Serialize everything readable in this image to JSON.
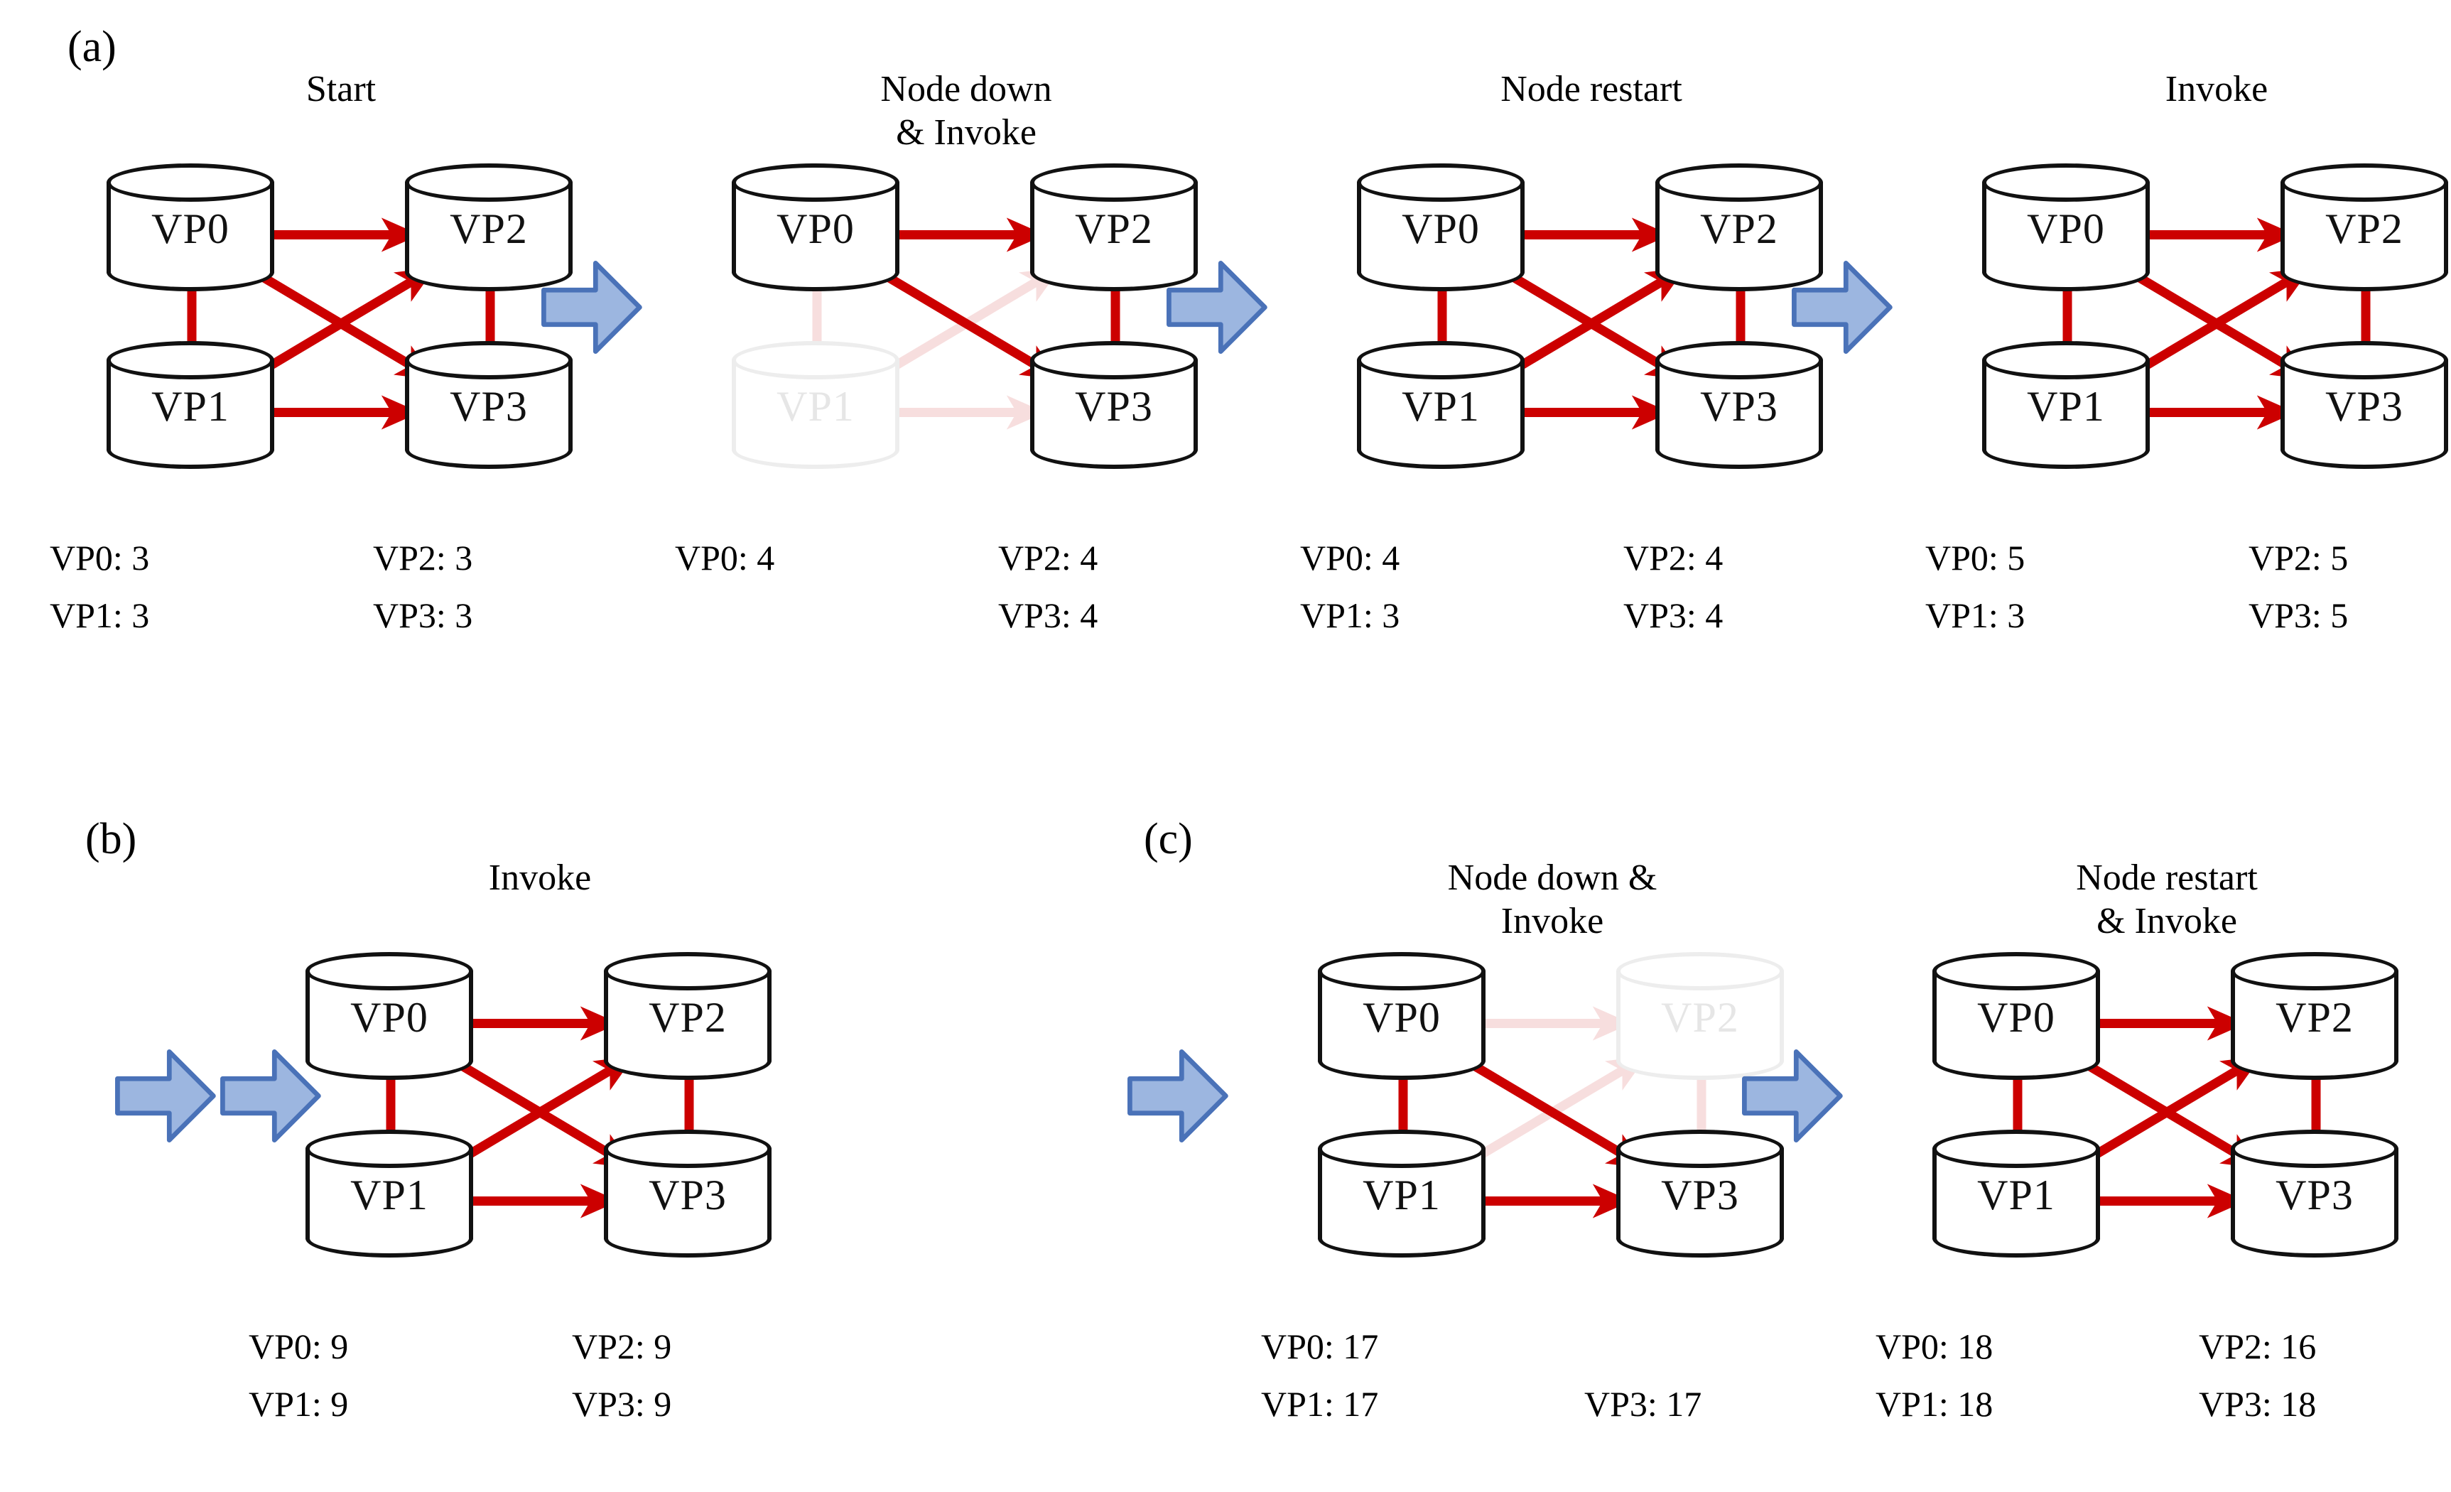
{
  "figure": {
    "type": "sequence-diagram",
    "node_labels": [
      "VP0",
      "VP1",
      "VP2",
      "VP3"
    ],
    "colors": {
      "edge_red": "#cc0000",
      "edge_faded": "#f7dede",
      "node_stroke": "#111111",
      "node_faded_stroke": "#ededed",
      "blue_arrow_fill": "#9cb6e0",
      "blue_arrow_border": "#4a72b8",
      "background": "#ffffff"
    }
  },
  "sections": [
    {
      "letter": "(a)",
      "stages": [
        {
          "title": "Start",
          "nodes": [
            {
              "id": "VP0",
              "label": "VP0",
              "faded": false
            },
            {
              "id": "VP1",
              "label": "VP1",
              "faded": false
            },
            {
              "id": "VP2",
              "label": "VP2",
              "faded": false
            },
            {
              "id": "VP3",
              "label": "VP3",
              "faded": false
            }
          ],
          "edges": [
            {
              "from": "VP0",
              "to": "VP2",
              "faded": false
            },
            {
              "from": "VP1",
              "to": "VP3",
              "faded": false
            },
            {
              "from": "VP0",
              "to": "VP1",
              "faded": false
            },
            {
              "from": "VP2",
              "to": "VP3",
              "faded": false
            },
            {
              "from": "VP0",
              "to": "VP3",
              "faded": false
            },
            {
              "from": "VP1",
              "to": "VP2",
              "faded": false
            }
          ],
          "counters_left": [
            "VP0: 3",
            "VP1: 3"
          ],
          "counters_right": [
            "VP2: 3",
            "VP3: 3"
          ],
          "has_leading_arrow": false
        },
        {
          "title": "Node down\n& Invoke",
          "nodes": [
            {
              "id": "VP0",
              "label": "VP0",
              "faded": false
            },
            {
              "id": "VP1",
              "label": "VP1",
              "faded": true
            },
            {
              "id": "VP2",
              "label": "VP2",
              "faded": false
            },
            {
              "id": "VP3",
              "label": "VP3",
              "faded": false
            }
          ],
          "edges": [
            {
              "from": "VP0",
              "to": "VP2",
              "faded": false
            },
            {
              "from": "VP1",
              "to": "VP3",
              "faded": true
            },
            {
              "from": "VP0",
              "to": "VP1",
              "faded": true
            },
            {
              "from": "VP2",
              "to": "VP3",
              "faded": false
            },
            {
              "from": "VP0",
              "to": "VP3",
              "faded": false
            },
            {
              "from": "VP1",
              "to": "VP2",
              "faded": true
            }
          ],
          "counters_left": [
            "VP0: 4"
          ],
          "counters_right": [
            "VP2: 4",
            "VP3: 4"
          ],
          "has_leading_arrow": true
        },
        {
          "title": "Node restart",
          "nodes": [
            {
              "id": "VP0",
              "label": "VP0",
              "faded": false
            },
            {
              "id": "VP1",
              "label": "VP1",
              "faded": false
            },
            {
              "id": "VP2",
              "label": "VP2",
              "faded": false
            },
            {
              "id": "VP3",
              "label": "VP3",
              "faded": false
            }
          ],
          "edges": [
            {
              "from": "VP0",
              "to": "VP2",
              "faded": false
            },
            {
              "from": "VP1",
              "to": "VP3",
              "faded": false
            },
            {
              "from": "VP0",
              "to": "VP1",
              "faded": false
            },
            {
              "from": "VP2",
              "to": "VP3",
              "faded": false
            },
            {
              "from": "VP0",
              "to": "VP3",
              "faded": false
            },
            {
              "from": "VP1",
              "to": "VP2",
              "faded": false
            }
          ],
          "counters_left": [
            "VP0: 4",
            "VP1: 3"
          ],
          "counters_right": [
            "VP2: 4",
            "VP3: 4"
          ],
          "has_leading_arrow": true
        },
        {
          "title": "Invoke",
          "nodes": [
            {
              "id": "VP0",
              "label": "VP0",
              "faded": false
            },
            {
              "id": "VP1",
              "label": "VP1",
              "faded": false
            },
            {
              "id": "VP2",
              "label": "VP2",
              "faded": false
            },
            {
              "id": "VP3",
              "label": "VP3",
              "faded": false
            }
          ],
          "edges": [
            {
              "from": "VP0",
              "to": "VP2",
              "faded": false
            },
            {
              "from": "VP1",
              "to": "VP3",
              "faded": false
            },
            {
              "from": "VP0",
              "to": "VP1",
              "faded": false
            },
            {
              "from": "VP2",
              "to": "VP3",
              "faded": false
            },
            {
              "from": "VP0",
              "to": "VP3",
              "faded": false
            },
            {
              "from": "VP1",
              "to": "VP2",
              "faded": false
            }
          ],
          "counters_left": [
            "VP0: 5",
            "VP1: 3"
          ],
          "counters_right": [
            "VP2: 5",
            "VP3: 5"
          ],
          "has_leading_arrow": true
        }
      ]
    },
    {
      "letter": "(b)",
      "stages": [
        {
          "title": "Invoke",
          "nodes": [
            {
              "id": "VP0",
              "label": "VP0",
              "faded": false
            },
            {
              "id": "VP1",
              "label": "VP1",
              "faded": false
            },
            {
              "id": "VP2",
              "label": "VP2",
              "faded": false
            },
            {
              "id": "VP3",
              "label": "VP3",
              "faded": false
            }
          ],
          "edges": [
            {
              "from": "VP0",
              "to": "VP2",
              "faded": false
            },
            {
              "from": "VP1",
              "to": "VP3",
              "faded": false
            },
            {
              "from": "VP0",
              "to": "VP1",
              "faded": false
            },
            {
              "from": "VP2",
              "to": "VP3",
              "faded": false
            },
            {
              "from": "VP0",
              "to": "VP3",
              "faded": false
            },
            {
              "from": "VP1",
              "to": "VP2",
              "faded": false
            }
          ],
          "counters_left": [
            "VP0: 9",
            "VP1: 9"
          ],
          "counters_right": [
            "VP2: 9",
            "VP3: 9"
          ],
          "has_leading_arrow": true,
          "leading_arrow_count": 2
        }
      ]
    },
    {
      "letter": "(c)",
      "stages": [
        {
          "title": "Node down &\nInvoke",
          "nodes": [
            {
              "id": "VP0",
              "label": "VP0",
              "faded": false
            },
            {
              "id": "VP1",
              "label": "VP1",
              "faded": false
            },
            {
              "id": "VP2",
              "label": "VP2",
              "faded": true
            },
            {
              "id": "VP3",
              "label": "VP3",
              "faded": false
            }
          ],
          "edges": [
            {
              "from": "VP0",
              "to": "VP2",
              "faded": true
            },
            {
              "from": "VP1",
              "to": "VP3",
              "faded": false
            },
            {
              "from": "VP0",
              "to": "VP1",
              "faded": false
            },
            {
              "from": "VP2",
              "to": "VP3",
              "faded": true
            },
            {
              "from": "VP0",
              "to": "VP3",
              "faded": false
            },
            {
              "from": "VP1",
              "to": "VP2",
              "faded": true
            }
          ],
          "counters_left": [
            "VP0: 17",
            "VP1: 17"
          ],
          "counters_right": [
            "VP3: 17"
          ],
          "has_leading_arrow": true
        },
        {
          "title": "Node restart\n& Invoke",
          "nodes": [
            {
              "id": "VP0",
              "label": "VP0",
              "faded": false
            },
            {
              "id": "VP1",
              "label": "VP1",
              "faded": false
            },
            {
              "id": "VP2",
              "label": "VP2",
              "faded": false
            },
            {
              "id": "VP3",
              "label": "VP3",
              "faded": false
            }
          ],
          "edges": [
            {
              "from": "VP0",
              "to": "VP2",
              "faded": false
            },
            {
              "from": "VP1",
              "to": "VP3",
              "faded": false
            },
            {
              "from": "VP0",
              "to": "VP1",
              "faded": false
            },
            {
              "from": "VP2",
              "to": "VP3",
              "faded": false
            },
            {
              "from": "VP0",
              "to": "VP3",
              "faded": false
            },
            {
              "from": "VP1",
              "to": "VP2",
              "faded": false
            }
          ],
          "counters_left": [
            "VP0: 18",
            "VP1: 18"
          ],
          "counters_right": [
            "VP2: 16",
            "VP3: 18"
          ],
          "has_leading_arrow": true
        }
      ]
    }
  ]
}
